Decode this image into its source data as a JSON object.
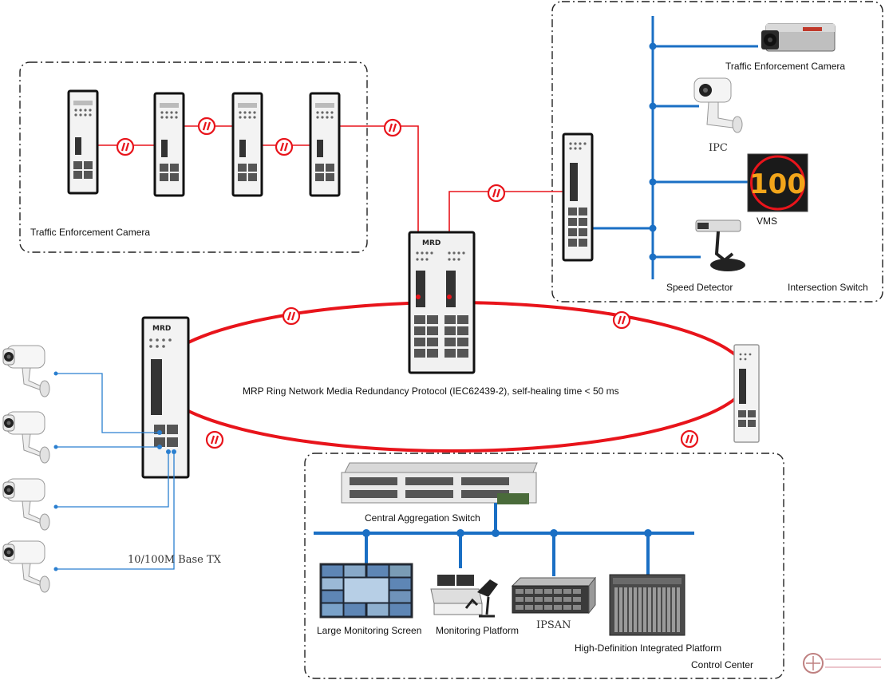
{
  "groups": {
    "camera_chain": {
      "label": "Traffic Enforcement Camera"
    },
    "intersection": {
      "label": "Intersection Switch"
    },
    "control_center": {
      "label": "Control Center"
    }
  },
  "devices": {
    "top_camera": "Traffic Enforcement Camera",
    "ipc": "IPC",
    "vms": "VMS",
    "vms_display": "100",
    "speed_detector": "Speed Detector",
    "central_switch": "Central Aggregation Switch",
    "monitor_screen": "Large Monitoring Screen",
    "monitor_platform": "Monitoring Platform",
    "ipsan": "IPSAN",
    "hd_platform": "High-Definition Integrated Platform",
    "switch_brand": "MRD"
  },
  "ring": {
    "caption": "MRP Ring Network Media Redundancy Protocol (IEC62439-2), self-healing time < 50 ms"
  },
  "links": {
    "base_tx": "10/100M Base TX"
  },
  "colors": {
    "fiber": "#e8141b",
    "ethernet": "#1a6fc4",
    "rj45_link": "#2a7fd0",
    "vms_digits": "#f2a51a"
  }
}
